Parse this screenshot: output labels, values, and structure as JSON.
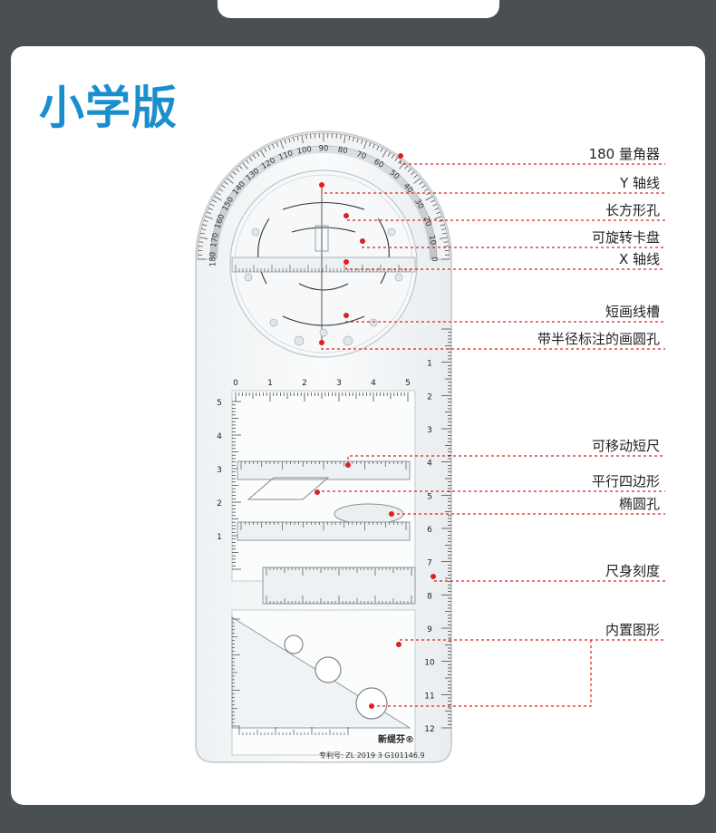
{
  "page": {
    "top_tab_text": "",
    "heading": "小学版"
  },
  "ruler": {
    "brand": "新缇芬",
    "registered_mark": "®",
    "patent": "专利号: ZL 2019 3 G101146.9",
    "protractor_ticks": [
      "180",
      "170",
      "160",
      "150",
      "140",
      "130",
      "120",
      "110",
      "100",
      "90",
      "80",
      "70",
      "60",
      "50",
      "40",
      "30",
      "20",
      "10",
      "0"
    ],
    "horizontal_scale": [
      "0",
      "1",
      "2",
      "3",
      "4",
      "5"
    ],
    "vertical_scale": [
      "1",
      "2",
      "3",
      "4",
      "5",
      "6",
      "7",
      "8",
      "9",
      "10",
      "11",
      "12"
    ],
    "left_scale": [
      "5",
      "4",
      "3",
      "2",
      "1"
    ]
  },
  "labels": [
    {
      "id": "protractor",
      "text": "180 量角器"
    },
    {
      "id": "y-axis",
      "text": "Y 轴线"
    },
    {
      "id": "rect-slot",
      "text": "长方形孔"
    },
    {
      "id": "rotating-disc",
      "text": "可旋转卡盘"
    },
    {
      "id": "x-axis",
      "text": "X 轴线"
    },
    {
      "id": "short-groove",
      "text": "短画线槽"
    },
    {
      "id": "circle-holes",
      "text": "带半径标注的画圆孔"
    },
    {
      "id": "movable-ruler",
      "text": "可移动短尺"
    },
    {
      "id": "parallelogram",
      "text": "平行四边形"
    },
    {
      "id": "ellipse-hole",
      "text": "椭圆孔"
    },
    {
      "id": "ruler-scale",
      "text": "尺身刻度"
    },
    {
      "id": "built-in-shapes",
      "text": "内置图形"
    }
  ],
  "colors": {
    "background": "#4a5052",
    "card": "#ffffff",
    "heading": "#1b8fce",
    "leader": "#e02020"
  }
}
